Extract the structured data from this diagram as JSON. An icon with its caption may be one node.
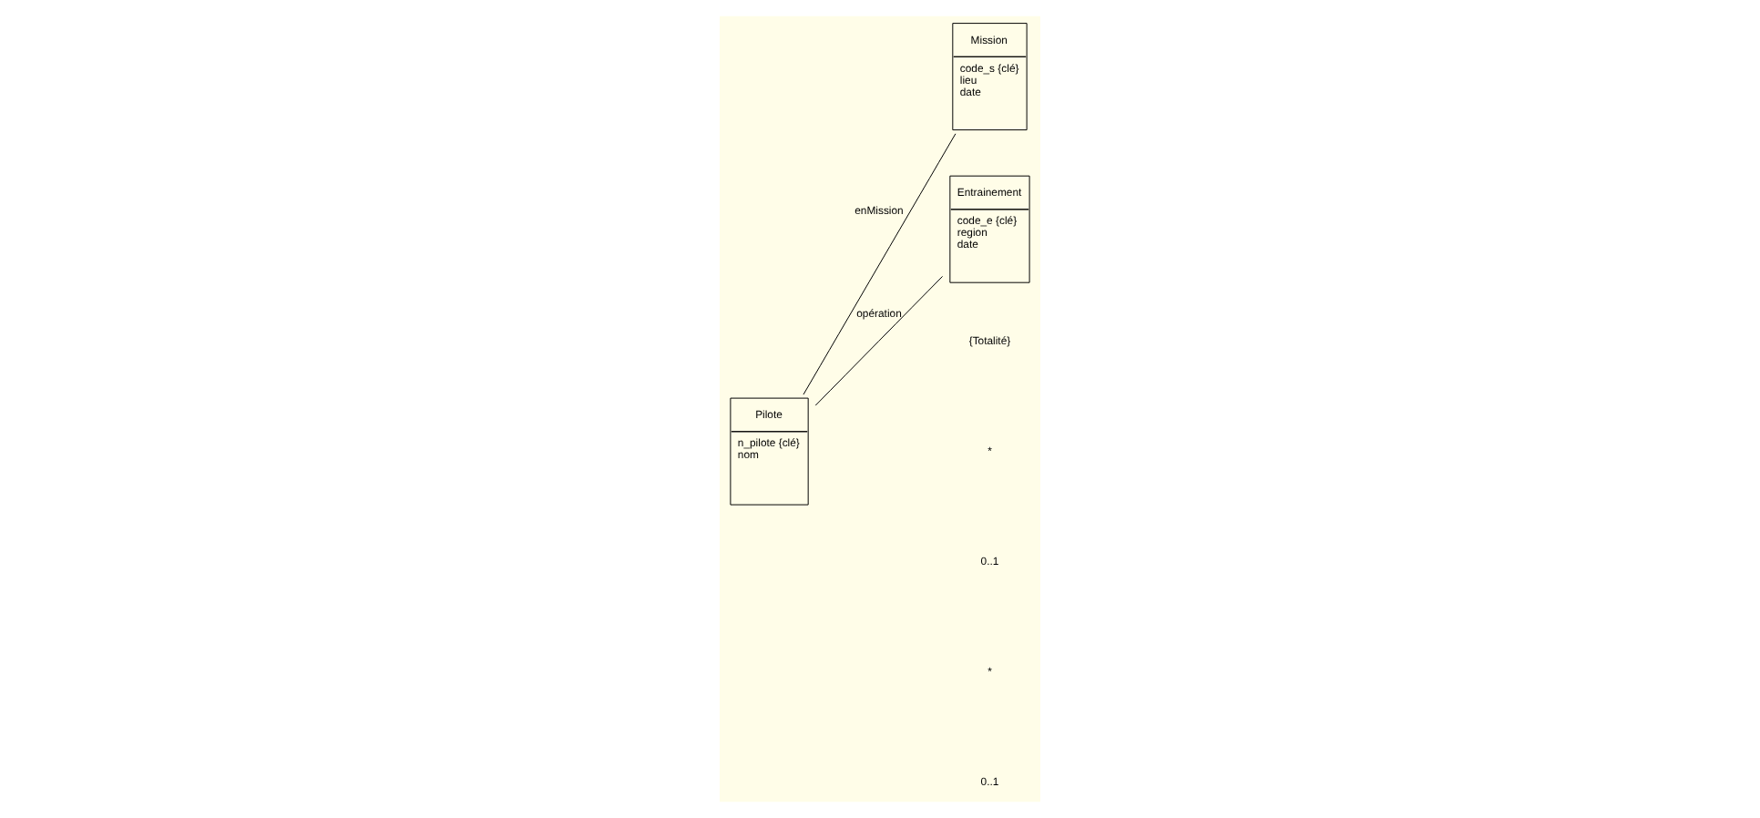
{
  "diagram": {
    "nodes": [
      {
        "text": [
          "Pilote",
          "n_pilote {clé}",
          "nom"
        ]
      },
      {
        "text": [
          "Mission",
          "code_s {clé}",
          "lieu",
          "date"
        ]
      },
      {
        "text": [
          "Entrainement",
          "code_e {clé}",
          "region",
          "date"
        ]
      }
    ],
    "edges": [
      {
        "from": 0,
        "to": 1,
        "arrow": "none",
        "label": "enMission"
      },
      {
        "from": 0,
        "to": 2,
        "arrow": "none",
        "label": "opération"
      }
    ],
    "labels": [
      "{Totalité}",
      "*",
      "0..1",
      "*",
      "0..1"
    ]
  }
}
